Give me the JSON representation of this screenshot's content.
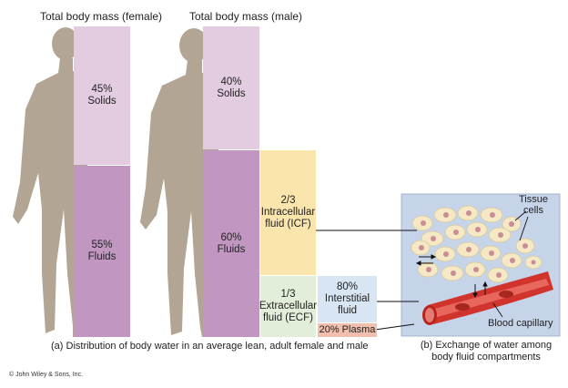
{
  "female": {
    "title": "Total body mass (female)",
    "solids_label": "45%\nSolids",
    "fluids_label": "55%\nFluids"
  },
  "male": {
    "title": "Total body mass (male)",
    "solids_label": "40%\nSolids",
    "fluids_label": "60%\nFluids"
  },
  "compartments": {
    "icf_label": "2/3\nIntracellular\nfluid (ICF)",
    "ecf_label": "1/3\nExtracellular\nfluid (ECF)",
    "interstitial_label": "80%\nInterstitial\nfluid",
    "plasma_label": "20% Plasma"
  },
  "panel_b": {
    "tissue_cells_label": "Tissue\ncells",
    "blood_capillary_label": "Blood capillary"
  },
  "captions": {
    "a": "(a) Distribution of body water in an average lean, adult female and male",
    "b": "(b) Exchange of water among\nbody fluid compartments"
  },
  "copyright": "© John Wiley & Sons, Inc.",
  "colors": {
    "silhouette": "#b2a594",
    "solids": "#e3cce0",
    "fluids": "#c197c1",
    "icf": "#fae5ad",
    "ecf": "#e3eeda",
    "interstitial": "#d8e5f2",
    "plasma": "#f1bfad",
    "panel_bg": "#c6d4ea",
    "cell": "#f5e8c4",
    "nucleus": "#c98d93",
    "capillary": "#d0342c"
  }
}
